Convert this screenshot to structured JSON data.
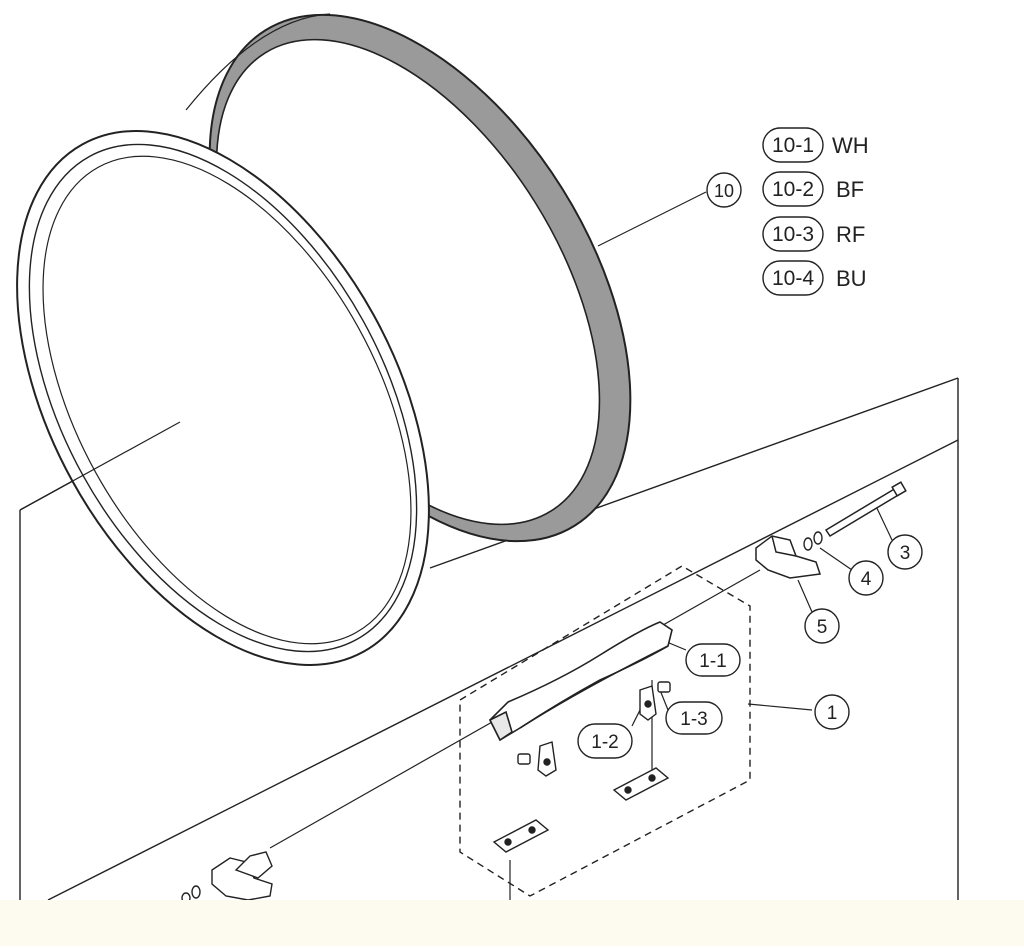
{
  "part_callouts": {
    "rim": "10",
    "bracket_assembly": "1",
    "bracket_bar": "1-1",
    "bracket_plate": "1-2",
    "bracket_screw": "1-3",
    "bolt": "3",
    "washer": "4",
    "clamp": "5"
  },
  "rim_variants": [
    {
      "code": "10-1",
      "suffix": "WH"
    },
    {
      "code": "10-2",
      "suffix": "BF"
    },
    {
      "code": "10-3",
      "suffix": "RF"
    },
    {
      "code": "10-4",
      "suffix": "BU"
    }
  ],
  "colors": {
    "line": "#222222",
    "rim_fill": "#9a9a9a",
    "background": "#ffffff",
    "bottom_band": "#fdfbef"
  }
}
